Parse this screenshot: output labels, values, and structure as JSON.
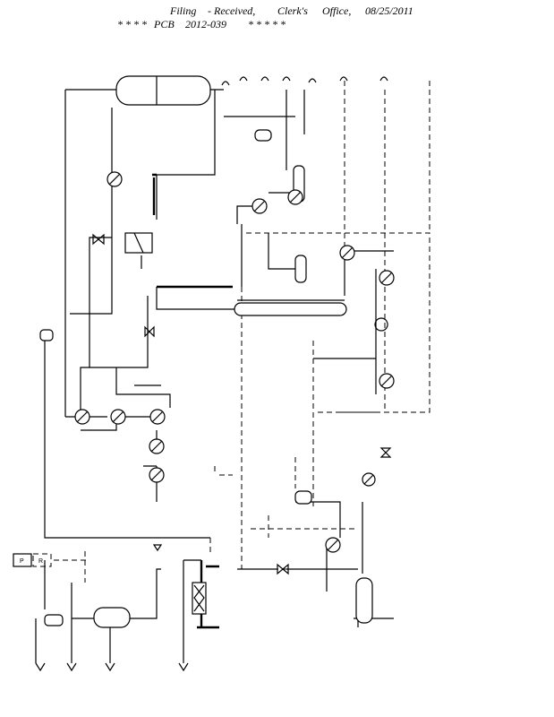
{
  "header": {
    "filing": "Filing",
    "received": "- Received,",
    "clerks": "Clerk's",
    "office": "Office,",
    "date": "08/25/2011",
    "stars_left": "* * * *",
    "docket": "PCB",
    "docket_number": "2012-039",
    "stars_right": "* * * * *"
  },
  "diagram": {
    "box_labels": [
      "P",
      "R"
    ]
  }
}
